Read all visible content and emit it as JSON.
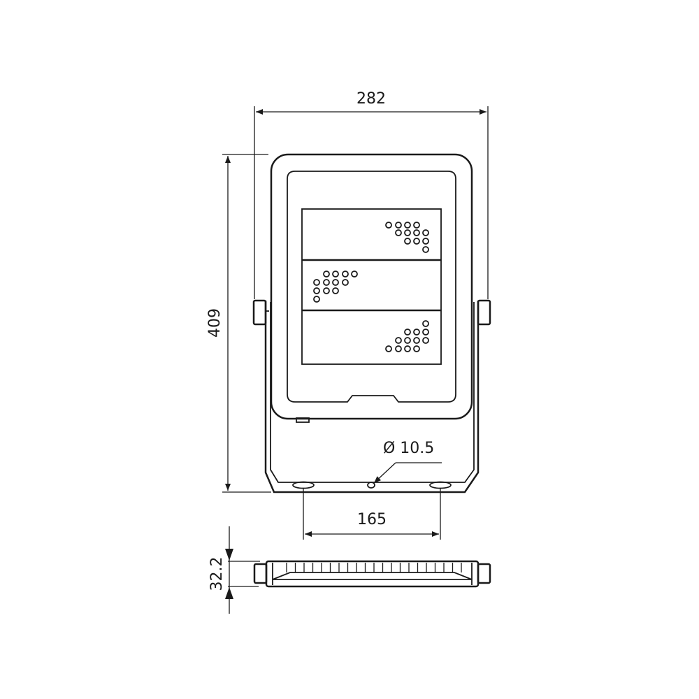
{
  "drawing": {
    "title": "Floodlight dimension drawing",
    "dimensions": {
      "width": "282",
      "height": "409",
      "mount_hole_spacing": "165",
      "mount_hole_diameter": "Ø 10.5",
      "depth": "32.2"
    }
  }
}
